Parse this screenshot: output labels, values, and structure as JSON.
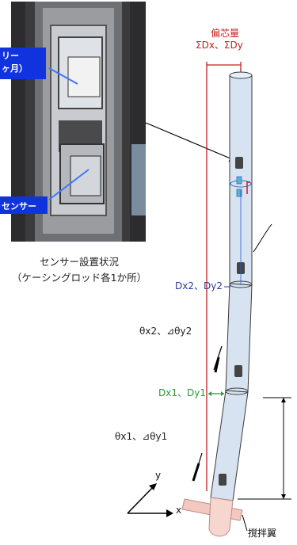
{
  "photo": {
    "label_top_line1": "リー",
    "label_top_line2": "ヶ月）",
    "label_bottom": "センサー"
  },
  "caption": {
    "line1": "センサー設置状況",
    "line2": "（ケーシングロッド各1か所）"
  },
  "diagram": {
    "eccentricity_title": "偏芯量",
    "eccentricity_symbols": "ΣDx、ΣDy",
    "dx2_label": "Dx2、Dy2",
    "theta2_label": "θx2、⊿θy2",
    "dx1_label": "Dx1、Dy1",
    "theta1_label": "θx1、⊿θy1",
    "axis_y": "y",
    "axis_x": "x",
    "mixing_blade_label": "撹拌翼"
  },
  "colors": {
    "photo_tag": "#1133dd",
    "casing_fill": "#d8e3f2",
    "vertical_line": "#c81e1e",
    "dx2_text": "#2b3a9a",
    "dx1_text": "#2a9a3a",
    "blade": "#f3c8c0"
  }
}
